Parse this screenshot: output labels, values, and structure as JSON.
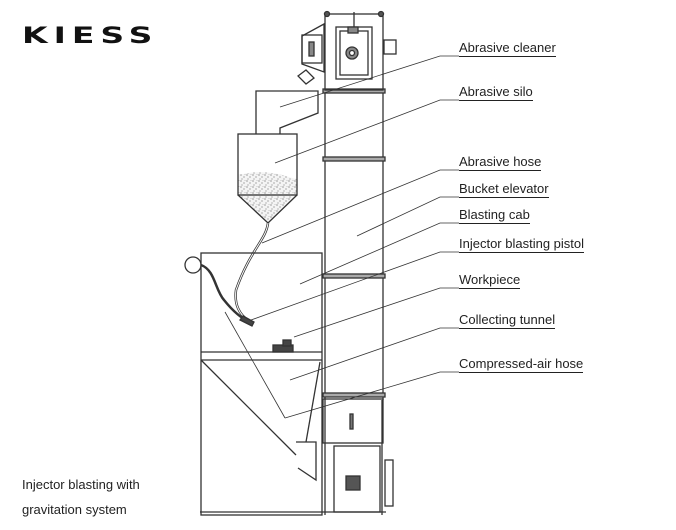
{
  "brand": {
    "logo_text": "KIESS"
  },
  "caption": {
    "line1": "Injector blasting with",
    "line2": "gravitation system"
  },
  "labels": [
    {
      "id": "abrasive-cleaner",
      "text": "Abrasive cleaner"
    },
    {
      "id": "abrasive-silo",
      "text": "Abrasive silo"
    },
    {
      "id": "abrasive-hose",
      "text": "Abrasive hose"
    },
    {
      "id": "bucket-elevator",
      "text": "Bucket elevator"
    },
    {
      "id": "blasting-cab",
      "text": "Blasting cab"
    },
    {
      "id": "injector-blasting-pistol",
      "text": "Injector blasting pistol"
    },
    {
      "id": "workpiece",
      "text": "Workpiece"
    },
    {
      "id": "collecting-tunnel",
      "text": "Collecting tunnel"
    },
    {
      "id": "compressed-air-hose",
      "text": "Compressed-air hose"
    }
  ]
}
